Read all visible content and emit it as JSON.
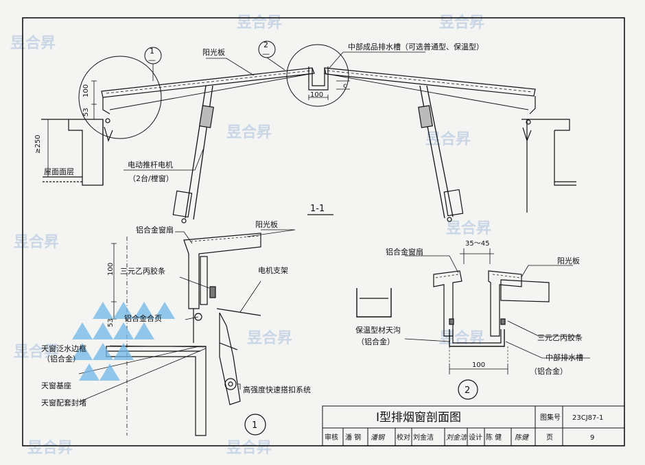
{
  "section_label": "1-1",
  "top_view": {
    "callout_1": "1",
    "callout_2": "2",
    "callout_dash": "—",
    "sunlight_panel": "阳光板",
    "middle_gutter": "中部成品排水槽（可选普通型、保温型）",
    "roof_layer": "屋面面层",
    "motor": "电动推杆电机",
    "motor_note": "（2台/樘窗）",
    "dim_250": "≥250",
    "dim_53": "53",
    "dim_100_v": "100",
    "dim_100_h": "100",
    "dim_c": "c"
  },
  "detail1": {
    "marker": "1",
    "alu_sash": "铝合金窗扇",
    "sunlight_panel": "阳光板",
    "epdm_strip": "三元乙丙胶条",
    "motor_bracket": "电机支架",
    "alu_hinge": "铝合金合页",
    "flashing_frame": "天窗泛水边框",
    "flashing_frame_note": "（铝合金）",
    "base": "天窗基座",
    "sealing": "天窗配套封堵",
    "quick_system": "高强度快速搭扣系统",
    "dim_100": "100",
    "dim_53": "53"
  },
  "detail2": {
    "marker": "2",
    "alu_sash": "铝合金窗扇",
    "dim_35_45": "35～45",
    "sunlight_panel": "阳光板",
    "insulated_gutter": "保温型材天沟",
    "insulated_gutter_note": "（铝合金）",
    "epdm_strip": "三元乙丙胶条",
    "middle_gutter": "中部排水槽",
    "middle_gutter_note": "（铝合金）",
    "dim_100": "100"
  },
  "title_block": {
    "title": "Ⅰ型排烟窗剖面图",
    "atlas_no_label": "图集号",
    "atlas_no": "23CJ87-1",
    "review_label": "审核",
    "review_name": "潘 钢",
    "review_sign": "潘钢",
    "check_label": "校对",
    "check_name": "刘金洁",
    "check_sign": "刘金洁",
    "design_label": "设计",
    "design_name": "陈 健",
    "design_sign": "陈健",
    "page_label": "页",
    "page_no": "9"
  },
  "watermark": "昱合昇",
  "colors": {
    "line": "#111111",
    "paper": "#f4f4f2",
    "hatch": "#555555",
    "watermark": "#c9d6e6",
    "logo_blue": "#6fb7e8"
  }
}
